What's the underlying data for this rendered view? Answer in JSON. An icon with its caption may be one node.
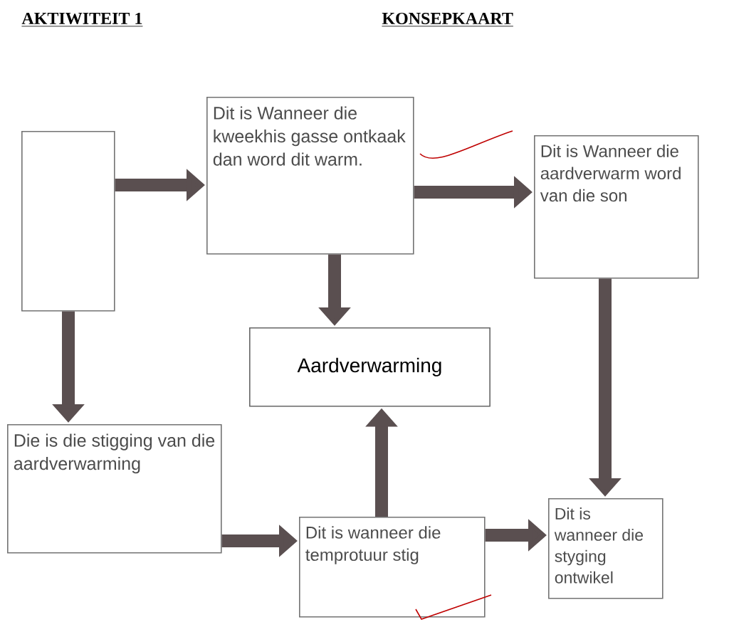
{
  "diagram": {
    "nodes": [
      {
        "text": [],
        "shape": "box"
      },
      {
        "text": [
          "Dit is Wanneer die kweekhis gasse ontkaak dan word dit warm."
        ]
      },
      {
        "text": [
          "Dit is Wanneer die aardverwarm word van die son"
        ]
      },
      {
        "text": [
          "Aardverwarming"
        ]
      },
      {
        "text": [
          "Die is die stigging van die aardverwarming"
        ]
      },
      {
        "text": [
          "Dit is wanneer die temprotuur stig"
        ]
      },
      {
        "text": [
          "Dit is wanneer die styging ontwikel"
        ]
      }
    ],
    "edges": [
      {
        "from": 0,
        "to": 1,
        "arrow": "to"
      },
      {
        "from": 1,
        "to": 2,
        "arrow": "to"
      },
      {
        "from": 1,
        "to": 3,
        "arrow": "to"
      },
      {
        "from": 0,
        "to": 4,
        "arrow": "to"
      },
      {
        "from": 4,
        "to": 5,
        "arrow": "to"
      },
      {
        "from": 5,
        "to": 3,
        "arrow": "to"
      },
      {
        "from": 5,
        "to": 6,
        "arrow": "to"
      },
      {
        "from": 2,
        "to": 6,
        "arrow": "to"
      }
    ],
    "labels": [
      "AKTIWITEIT 1",
      "KONSEPKAART"
    ]
  }
}
